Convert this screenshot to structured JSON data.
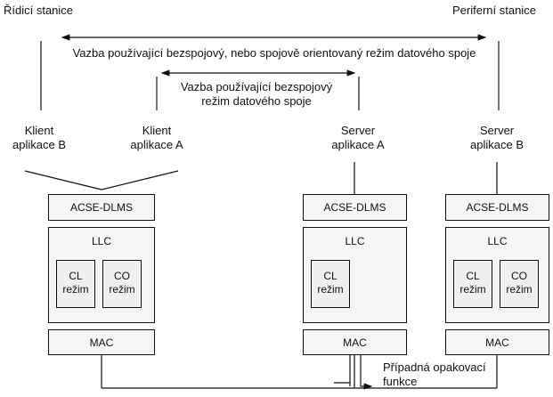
{
  "stations": {
    "control": "Řídicí stanice",
    "peripheral": "Periferní stanice"
  },
  "links": {
    "outer": "Vazba používající bezspojový, nebo spojově orientovaný režim datového spoje",
    "inner_line1": "Vazba používající bezspojový",
    "inner_line2": "režim datového spoje"
  },
  "apps": {
    "client_b": {
      "line1": "Klient",
      "line2": "aplikace B"
    },
    "client_a": {
      "line1": "Klient",
      "line2": "aplikace A"
    },
    "server_a": {
      "line1": "Server",
      "line2": "aplikace A"
    },
    "server_b": {
      "line1": "Server",
      "line2": "aplikace B"
    }
  },
  "stack": {
    "acse": "ACSE-DLMS",
    "llc": "LLC",
    "mac": "MAC",
    "cl": "CL",
    "co": "CO",
    "mode": "režim"
  },
  "note": {
    "line1": "Případná opakovací",
    "line2": "funkce"
  }
}
